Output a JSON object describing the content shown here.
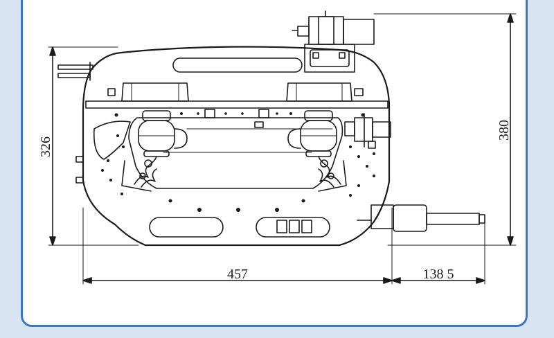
{
  "dimensions": {
    "height_left": "326",
    "height_right": "380",
    "width_main": "457",
    "width_extension": "138 5"
  },
  "colors": {
    "frame_border": "#3f74c4",
    "line": "#1a1a1a",
    "background": "#ffffff"
  }
}
